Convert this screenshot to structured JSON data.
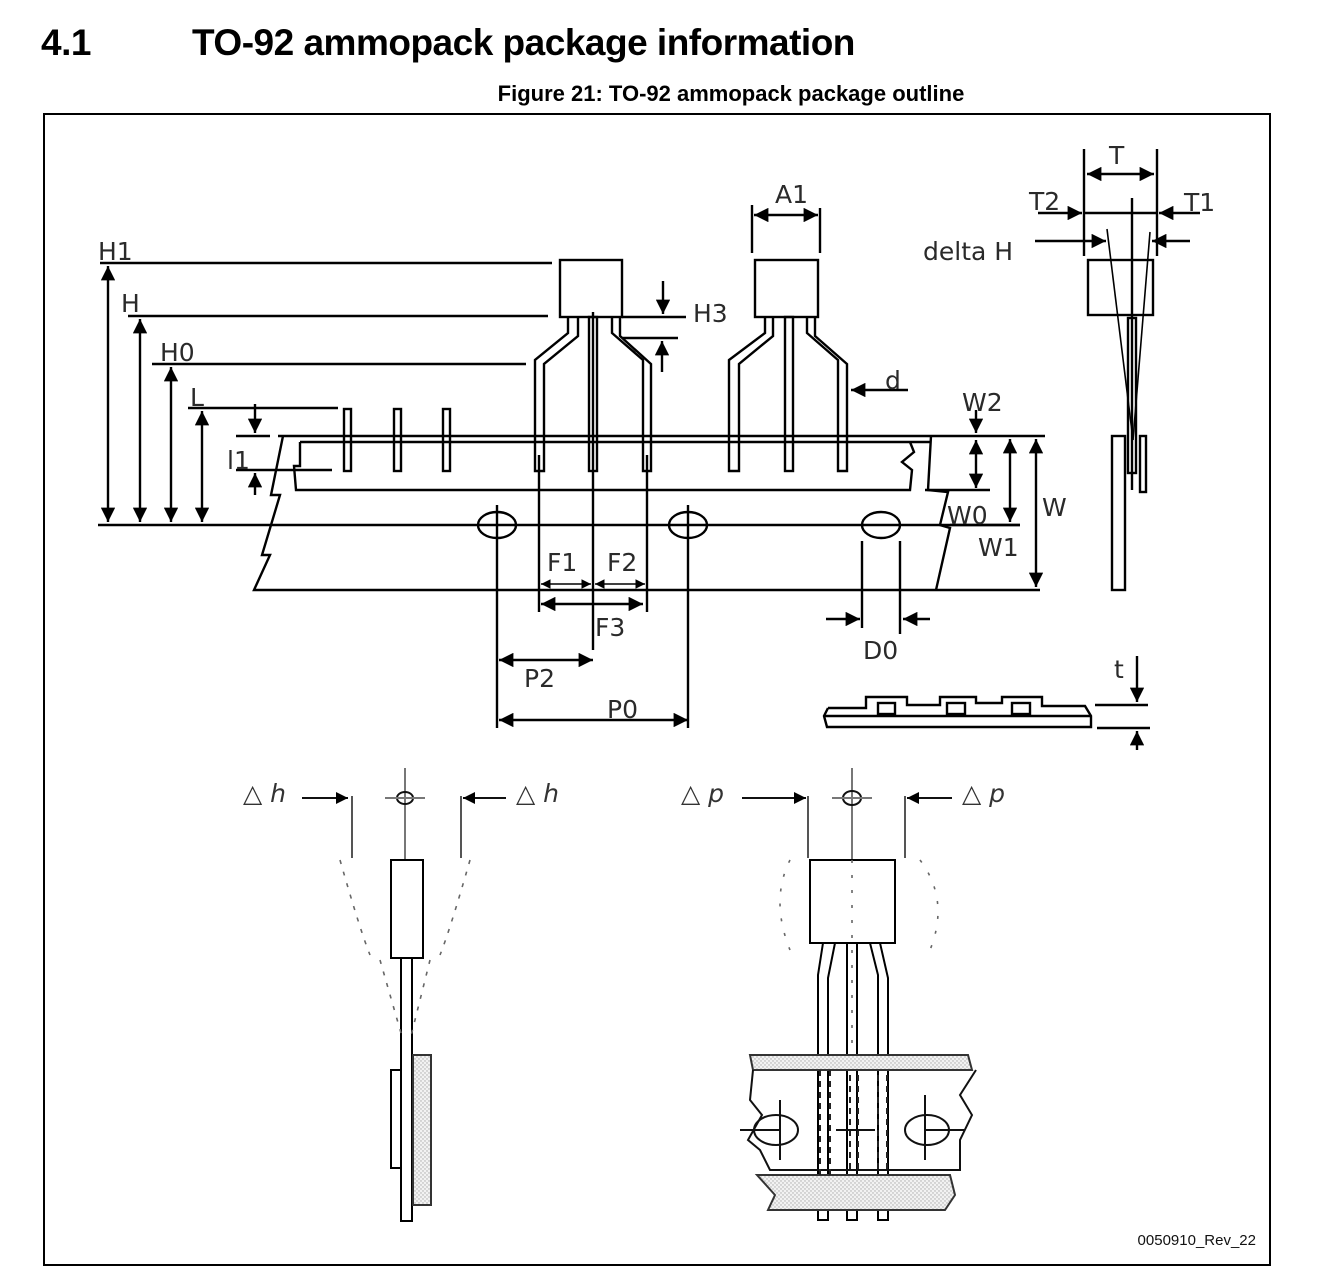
{
  "heading": {
    "number": "4.1",
    "title": "TO-92 ammopack package information"
  },
  "figure": {
    "caption": "Figure 21: TO-92 ammopack package outline",
    "reference": "0050910_Rev_22",
    "dimension_labels": {
      "H1": "H1",
      "H": "H",
      "H0": "H0",
      "L": "L",
      "l1": "l1",
      "H3": "H3",
      "A1": "A1",
      "d": "d",
      "T": "T",
      "T1": "T1",
      "T2": "T2",
      "delta_H": "delta H",
      "W": "W",
      "W0": "W0",
      "W1": "W1",
      "W2": "W2",
      "F1": "F1",
      "F2": "F2",
      "F3": "F3",
      "P0": "P0",
      "P2": "P2",
      "D0": "D0",
      "t": "t"
    },
    "tolerance_labels": {
      "delta_h_left": "△ h",
      "delta_h_right": "△ h",
      "delta_p_left": "△ p",
      "delta_p_right": "△ p"
    }
  }
}
